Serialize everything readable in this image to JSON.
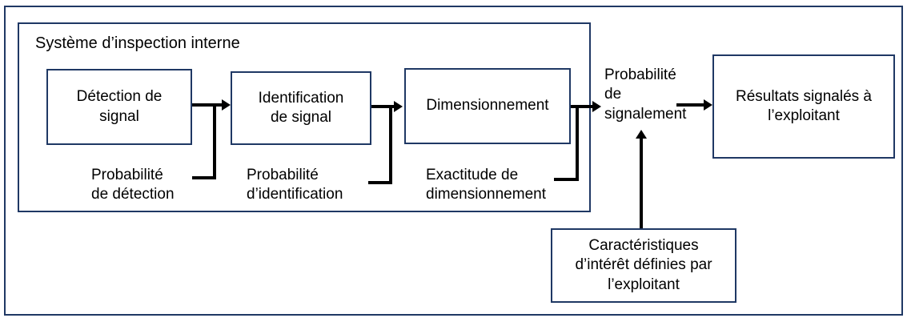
{
  "diagram": {
    "title": "Système d’inspection interne",
    "colors": {
      "border": "#1F3864",
      "connector": "#000000",
      "background": "#FFFFFF"
    },
    "inner_system": {
      "title": "Système d’inspection interne",
      "boxes": [
        {
          "id": "detection",
          "label": "Détection de\nsignal"
        },
        {
          "id": "identification",
          "label": "Identification\nde signal"
        },
        {
          "id": "dimensionnement",
          "label": "Dimensionnement"
        }
      ],
      "attribute_labels": [
        {
          "id": "prob-detection",
          "label": "Probabilité\nde détection"
        },
        {
          "id": "prob-identification",
          "label": "Probabilité\nd’identification"
        },
        {
          "id": "exactitude-dimensionnement",
          "label": "Exactitude de\ndimensionnement"
        }
      ]
    },
    "output_label": "Probabilité\nde\nsignalement",
    "result_box": {
      "id": "resultats",
      "label": "Résultats signalés à\nl’exploitant"
    },
    "input_box": {
      "id": "caracteristiques",
      "label": "Caractéristiques\nd’intérêt définies par\nl’exploitant"
    }
  }
}
